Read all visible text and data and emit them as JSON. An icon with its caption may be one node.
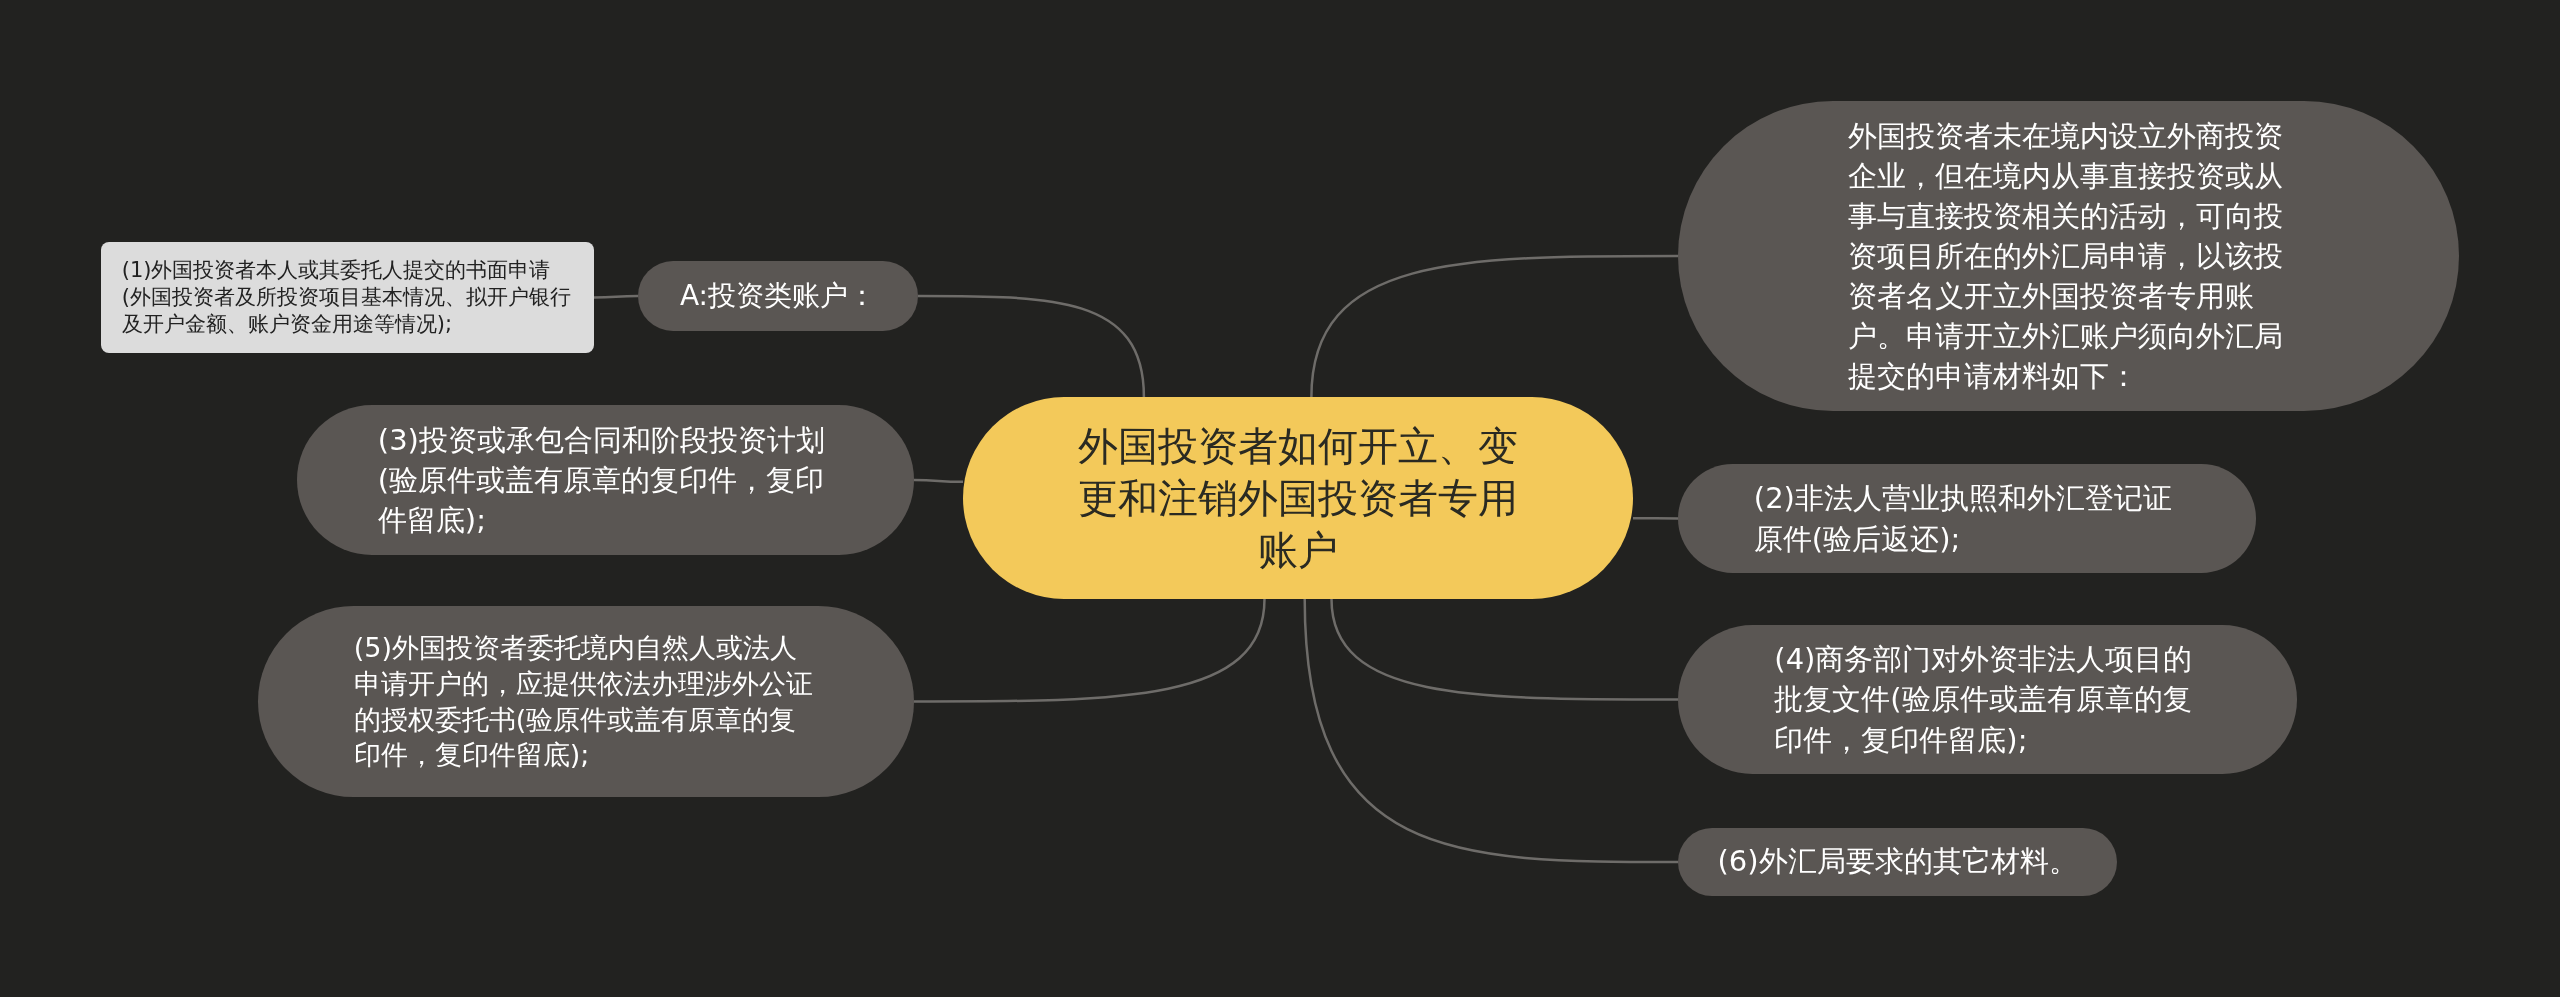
{
  "diagram": {
    "nodes": [
      {
        "text": [
          "外国投资者如何开立、变更和注销外国投资者专用账户"
        ]
      },
      {
        "text": [
          "A:投资类账户："
        ]
      },
      {
        "text": [
          "(1)外国投资者本人或其委托人提交的书面申请(外国投资者及所投资项目基本情况、拟开户银行及开户金额、账户资金用途等情况);"
        ]
      },
      {
        "text": [
          "(3)投资或承包合同和阶段投资计划(验原件或盖有原章的复印件，复印件留底);"
        ]
      },
      {
        "text": [
          "(5)外国投资者委托境内自然人或法人申请开户的，应提供依法办理涉外公证的授权委托书(验原件或盖有原章的复印件，复印件留底);"
        ]
      },
      {
        "text": [
          "外国投资者未在境内设立外商投资企业，但在境内从事直接投资或从事与直接投资相关的活动，可向投资项目所在的外汇局申请，以该投资者名义开立外国投资者专用账户。申请开立外汇账户须向外汇局提交的申请材料如下："
        ]
      },
      {
        "text": [
          "(2)非法人营业执照和外汇登记证原件(验后返还);"
        ]
      },
      {
        "text": [
          "(4)商务部门对外资非法人项目的批复文件(验原件或盖有原章的复印件，复印件留底);"
        ]
      },
      {
        "text": [
          "(6)外汇局要求的其它材料。"
        ]
      }
    ],
    "edges": [
      {
        "from": 0,
        "to": 1,
        "arrow": "none"
      },
      {
        "from": 1,
        "to": 2,
        "arrow": "none"
      },
      {
        "from": 0,
        "to": 3,
        "arrow": "none"
      },
      {
        "from": 0,
        "to": 4,
        "arrow": "none"
      },
      {
        "from": 0,
        "to": 5,
        "arrow": "none"
      },
      {
        "from": 0,
        "to": 6,
        "arrow": "none"
      },
      {
        "from": 0,
        "to": 7,
        "arrow": "none"
      },
      {
        "from": 0,
        "to": 8,
        "arrow": "none"
      }
    ]
  }
}
